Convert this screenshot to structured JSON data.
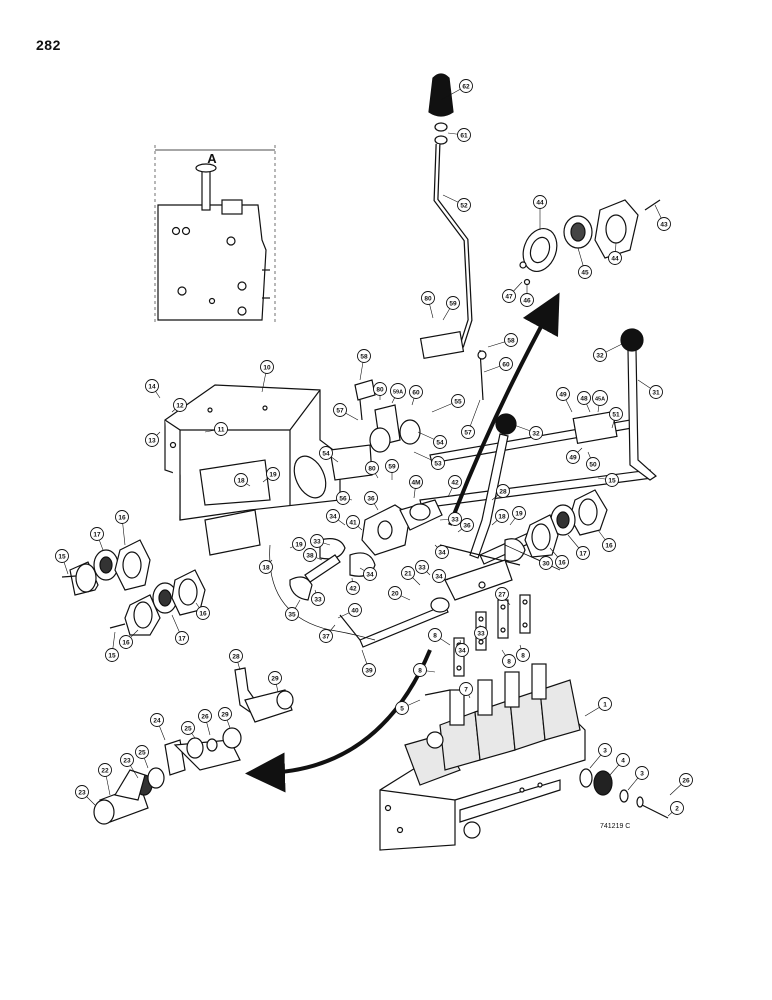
{
  "page_number": "282",
  "inset_label": "A",
  "drawing_code": "741219 C",
  "callouts": [
    {
      "id": "c62",
      "label": "62"
    },
    {
      "id": "c61",
      "label": "61"
    },
    {
      "id": "c52",
      "label": "52"
    },
    {
      "id": "c44a",
      "label": "44"
    },
    {
      "id": "c45",
      "label": "45"
    },
    {
      "id": "c44b",
      "label": "44"
    },
    {
      "id": "c43",
      "label": "43"
    },
    {
      "id": "c47",
      "label": "47"
    },
    {
      "id": "c46",
      "label": "46"
    },
    {
      "id": "c80a",
      "label": "80"
    },
    {
      "id": "c59a",
      "label": "59"
    },
    {
      "id": "c58a",
      "label": "58"
    },
    {
      "id": "c60a",
      "label": "60"
    },
    {
      "id": "c58b",
      "label": "58"
    },
    {
      "id": "c80b",
      "label": "80"
    },
    {
      "id": "c59b",
      "label": "59A"
    },
    {
      "id": "c60b",
      "label": "60"
    },
    {
      "id": "c55",
      "label": "55"
    },
    {
      "id": "c57a",
      "label": "57"
    },
    {
      "id": "c57b",
      "label": "57"
    },
    {
      "id": "c54a",
      "label": "54"
    },
    {
      "id": "c53",
      "label": "53"
    },
    {
      "id": "c10",
      "label": "10"
    },
    {
      "id": "c14",
      "label": "14"
    },
    {
      "id": "c12",
      "label": "12"
    },
    {
      "id": "c13",
      "label": "13"
    },
    {
      "id": "c11",
      "label": "11"
    },
    {
      "id": "c32a",
      "label": "32"
    },
    {
      "id": "c31",
      "label": "31"
    },
    {
      "id": "c49",
      "label": "49"
    },
    {
      "id": "c48",
      "label": "48"
    },
    {
      "id": "c45a",
      "label": "45A"
    },
    {
      "id": "c51",
      "label": "51"
    },
    {
      "id": "c50",
      "label": "50"
    },
    {
      "id": "c49b",
      "label": "49"
    },
    {
      "id": "c32b",
      "label": "32"
    },
    {
      "id": "c54b",
      "label": "54"
    },
    {
      "id": "c80c",
      "label": "80"
    },
    {
      "id": "c59c",
      "label": "59"
    },
    {
      "id": "c18a",
      "label": "18"
    },
    {
      "id": "c19a",
      "label": "19"
    },
    {
      "id": "c56",
      "label": "56"
    },
    {
      "id": "c36a",
      "label": "36"
    },
    {
      "id": "c4m",
      "label": "4M"
    },
    {
      "id": "c42a",
      "label": "42"
    },
    {
      "id": "c15a",
      "label": "15"
    },
    {
      "id": "c28",
      "label": "28"
    },
    {
      "id": "c16a",
      "label": "16"
    },
    {
      "id": "c17a",
      "label": "17"
    },
    {
      "id": "c15b",
      "label": "15"
    },
    {
      "id": "c16b",
      "label": "16"
    },
    {
      "id": "c17b",
      "label": "17"
    },
    {
      "id": "c16c",
      "label": "16"
    },
    {
      "id": "c15c",
      "label": "15"
    },
    {
      "id": "c16d",
      "label": "16"
    },
    {
      "id": "c18b",
      "label": "18"
    },
    {
      "id": "c19b",
      "label": "19"
    },
    {
      "id": "c34a",
      "label": "34"
    },
    {
      "id": "c41",
      "label": "41"
    },
    {
      "id": "c33a",
      "label": "33"
    },
    {
      "id": "c38",
      "label": "38"
    },
    {
      "id": "c34b",
      "label": "34"
    },
    {
      "id": "c42b",
      "label": "42"
    },
    {
      "id": "c40",
      "label": "40"
    },
    {
      "id": "c33b",
      "label": "33"
    },
    {
      "id": "c35a",
      "label": "35"
    },
    {
      "id": "c37",
      "label": "37"
    },
    {
      "id": "c39",
      "label": "39"
    },
    {
      "id": "c33c",
      "label": "33"
    },
    {
      "id": "c36b",
      "label": "36"
    },
    {
      "id": "c34c",
      "label": "34"
    },
    {
      "id": "c19c",
      "label": "19"
    },
    {
      "id": "c18c",
      "label": "18"
    },
    {
      "id": "c30",
      "label": "30"
    },
    {
      "id": "c16e",
      "label": "16"
    },
    {
      "id": "c17c",
      "label": "17"
    },
    {
      "id": "c16f",
      "label": "16"
    },
    {
      "id": "c21",
      "label": "21"
    },
    {
      "id": "c33d",
      "label": "33"
    },
    {
      "id": "c34d",
      "label": "34"
    },
    {
      "id": "c27",
      "label": "27"
    },
    {
      "id": "c20",
      "label": "20"
    },
    {
      "id": "c8a",
      "label": "8"
    },
    {
      "id": "c8b",
      "label": "8"
    },
    {
      "id": "c34e",
      "label": "34"
    },
    {
      "id": "c33e",
      "label": "33"
    },
    {
      "id": "c8c",
      "label": "8"
    },
    {
      "id": "c8d",
      "label": "8"
    },
    {
      "id": "c7",
      "label": "7"
    },
    {
      "id": "c5",
      "label": "5"
    },
    {
      "id": "c1",
      "label": "1"
    },
    {
      "id": "c3a",
      "label": "3"
    },
    {
      "id": "c4",
      "label": "4"
    },
    {
      "id": "c3b",
      "label": "3"
    },
    {
      "id": "c26a",
      "label": "26"
    },
    {
      "id": "c2",
      "label": "2"
    },
    {
      "id": "c28b",
      "label": "28"
    },
    {
      "id": "c29a",
      "label": "29"
    },
    {
      "id": "c24",
      "label": "24"
    },
    {
      "id": "c25a",
      "label": "25"
    },
    {
      "id": "c26b",
      "label": "26"
    },
    {
      "id": "c29b",
      "label": "29"
    },
    {
      "id": "c22",
      "label": "22"
    },
    {
      "id": "c23a",
      "label": "23"
    },
    {
      "id": "c25b",
      "label": "25"
    },
    {
      "id": "c23b",
      "label": "23"
    }
  ],
  "colors": {
    "ink": "#111111",
    "paper": "#ffffff",
    "shade": "#777777"
  }
}
